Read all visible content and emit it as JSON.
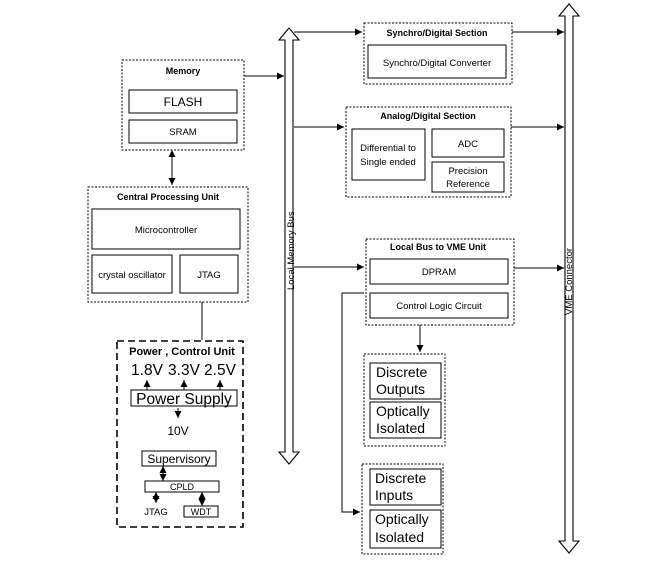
{
  "memory": {
    "title": "Memory",
    "flash": "FLASH",
    "sram": "SRAM"
  },
  "cpu": {
    "title": "Central Processing Unit",
    "microcontroller": "Microcontroller",
    "crystal": "crystal oscillator",
    "jtag": "JTAG"
  },
  "power": {
    "title": "Power , Control Unit",
    "v1": "1.8V",
    "v2": "3.3V",
    "v3": "2.5V",
    "supply": "Power Supply",
    "input": "10V",
    "supervisory": "Supervisory",
    "cpld": "CPLD",
    "jtag": "JTAG",
    "wdt": "WDT"
  },
  "local_memory_bus": "Local Memory Bus",
  "vme_connector": "VME Connector",
  "synchro": {
    "title": "Synchro/Digital Section",
    "converter": "Synchro/Digital Converter"
  },
  "analog": {
    "title": "Analog/Digital Section",
    "diff_line1": "Differential to",
    "diff_line2": "Single ended",
    "adc": "ADC",
    "precision_line1": "Precision",
    "precision_line2": "Reference"
  },
  "vme_unit": {
    "title": "Local Bus to VME Unit",
    "dpram": "DPRAM",
    "control_logic": "Control Logic Circuit"
  },
  "discrete_outputs": {
    "label_line1": "Discrete",
    "label_line2": "Outputs",
    "opto_line1": "Optically",
    "opto_line2": "Isolated"
  },
  "discrete_inputs": {
    "label_line1": "Discrete",
    "label_line2": "Inputs",
    "opto_line1": "Optically",
    "opto_line2": "Isolated"
  }
}
